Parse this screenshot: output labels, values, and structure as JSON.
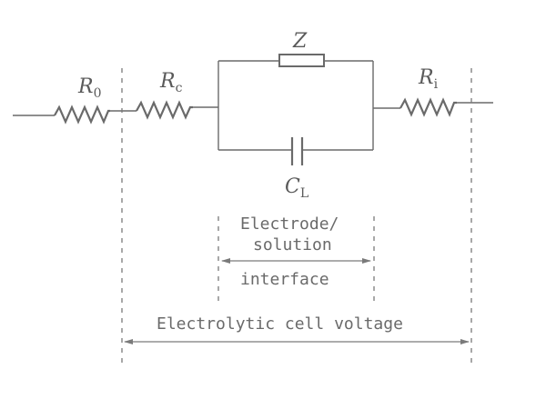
{
  "diagram": {
    "type": "equivalent-circuit",
    "components": {
      "R0": {
        "symbol": "R",
        "subscript": "0",
        "kind": "resistor"
      },
      "Rc": {
        "symbol": "R",
        "subscript": "c",
        "kind": "resistor"
      },
      "Z": {
        "symbol": "Z",
        "subscript": "",
        "kind": "impedance"
      },
      "CL": {
        "symbol": "C",
        "subscript": "L",
        "kind": "capacitor"
      },
      "Ri": {
        "symbol": "R",
        "subscript": "i",
        "kind": "resistor"
      }
    },
    "annotations": {
      "interface_line1": "Electrode/",
      "interface_line2": "solution",
      "interface_line3": "interface",
      "cell_voltage": "Electrolytic cell voltage"
    },
    "colors": {
      "line": "#6a6a6a",
      "dashed": "#7a7a7a",
      "text": "#5a5a5a",
      "background": "#ffffff"
    }
  }
}
